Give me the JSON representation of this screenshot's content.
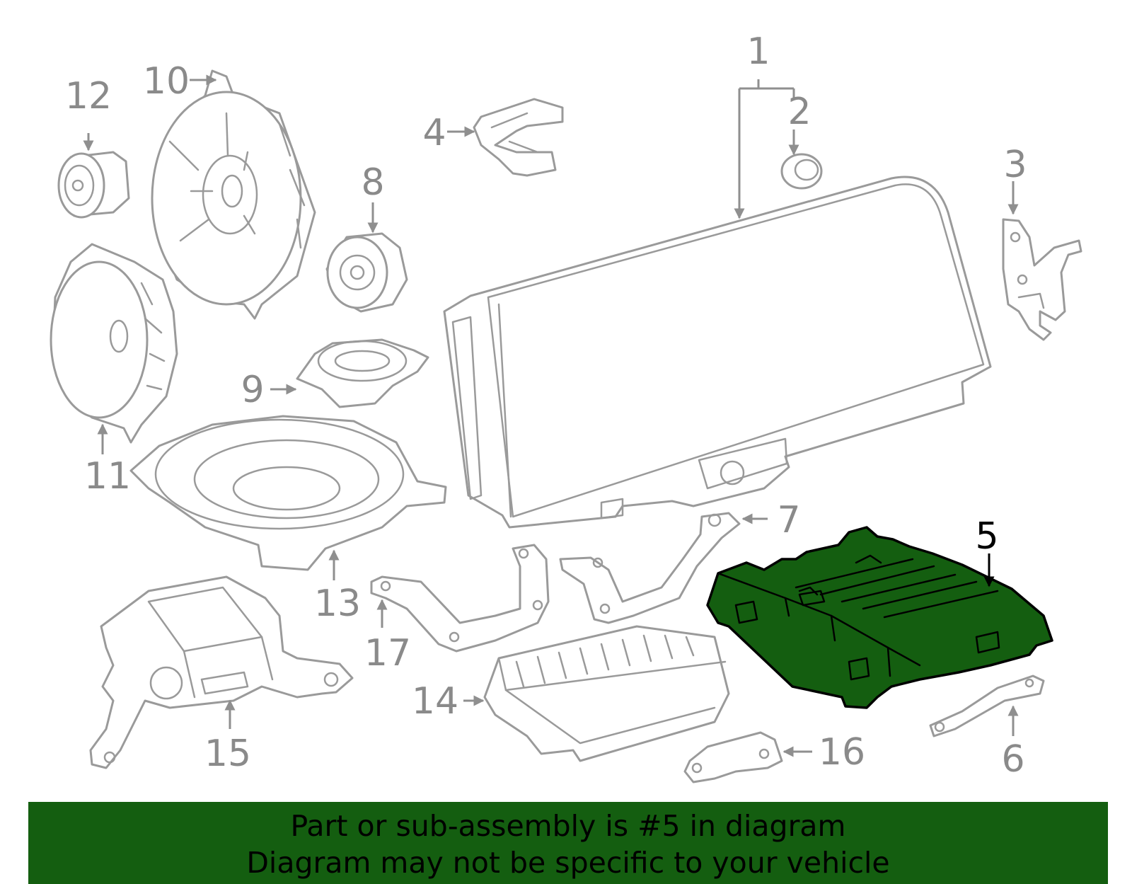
{
  "diagram": {
    "callouts": [
      "1",
      "2",
      "3",
      "4",
      "5",
      "6",
      "7",
      "8",
      "9",
      "10",
      "11",
      "12",
      "13",
      "14",
      "15",
      "16",
      "17"
    ],
    "highlighted_part": "5",
    "highlight_color": "#145e10"
  },
  "banner": {
    "line1": "Part or sub-assembly is #5 in diagram",
    "line2": "Diagram may not be specific to your vehicle"
  }
}
